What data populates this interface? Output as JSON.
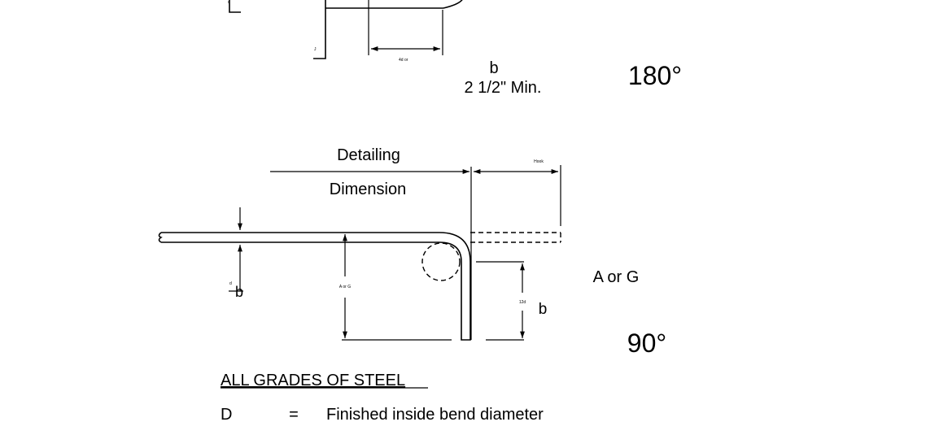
{
  "hook_180": {
    "b_label": "b",
    "min_extension": "2 1/2\" Min.",
    "angle_label": "180°",
    "tiny_left_mark": "d",
    "tiny_lower_mark": "J",
    "tiny_dim_text": "4d or"
  },
  "hook_90": {
    "detailing_label": "Detailing",
    "dimension_label": "Dimension",
    "hook_tiny_label": "Hook",
    "a_or_g_label": "A or G",
    "tiny_a_or_g": "A or G",
    "tiny_12d": "12d",
    "b_label": "b",
    "left_b_label": "b",
    "tiny_d": "d",
    "angle_label": "90°"
  },
  "notes": {
    "heading": "ALL GRADES OF STEEL",
    "definition_symbol": "D",
    "definition_equals": "=",
    "definition_text": "Finished inside bend diameter"
  }
}
